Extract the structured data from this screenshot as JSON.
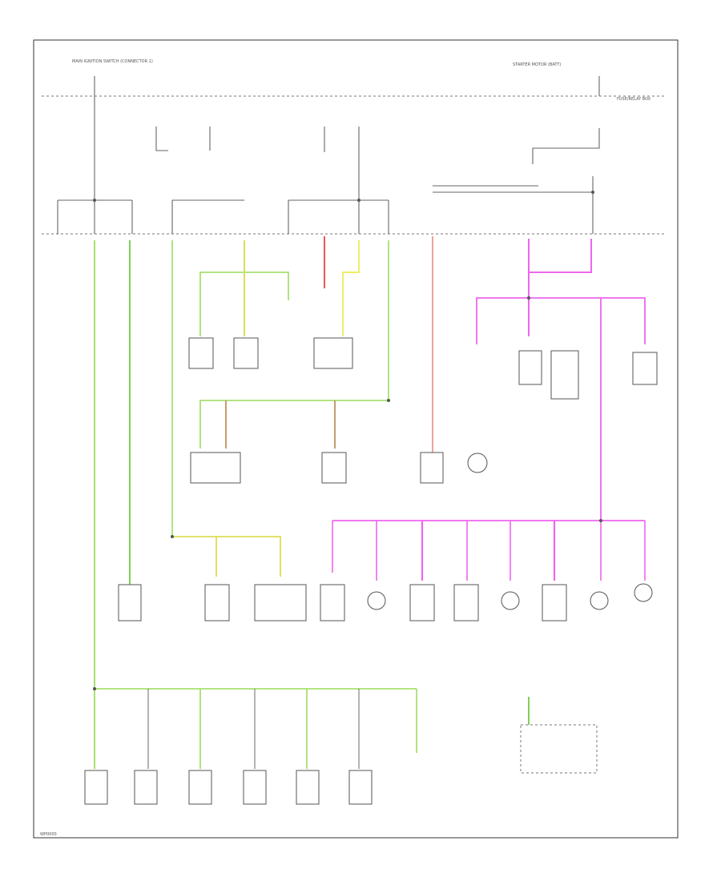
{
  "colors": {
    "wire_default": "#777777",
    "green": "#a8e070",
    "dark_green": "#7fcf5a",
    "pink": "#ee66ee",
    "red": "#ee5555",
    "yellow": "#dddd55",
    "tan": "#c89a70"
  },
  "labels": {
    "top_left_source": "MAIN IGNITION SWITCH (CONNECTOR 1)",
    "top_right_source": "STARTER MOTOR (BATT)",
    "bus_label": "FUSE/RELAY BOX",
    "footer_code": "WP0000"
  }
}
